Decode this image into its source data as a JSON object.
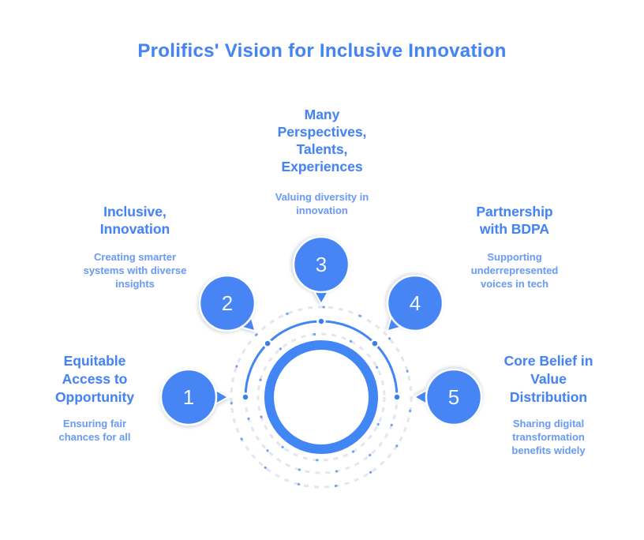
{
  "title": "Prolifics' Vision for Inclusive Innovation",
  "colors": {
    "primary_blue": "#4285F4",
    "bubble_blue": "#4785F4",
    "node_dot_blue": "#3D7CEE",
    "heading_blue": "#4584F4",
    "subtitle_blue": "#6D9DF4",
    "dashed_ring_gray": "#E2E6ED",
    "background": "#FFFFFF",
    "bubble_number_white": "#F2F7FF"
  },
  "items": [
    {
      "number": "1",
      "heading": "Equitable Access to Opportunity",
      "heading_lines": [
        "Equitable",
        "Access to",
        "Opportunity"
      ],
      "subtitle": "Ensuring fair chances for all",
      "subtitle_lines": [
        "Ensuring fair",
        "chances for all"
      ]
    },
    {
      "number": "2",
      "heading": "Inclusive, Innovation",
      "heading_lines": [
        "Inclusive,",
        "Innovation"
      ],
      "subtitle": "Creating smarter systems with diverse insights",
      "subtitle_lines": [
        "Creating smarter",
        "systems with diverse",
        "insights"
      ]
    },
    {
      "number": "3",
      "heading": "Many Perspectives, Talents, Experiences",
      "heading_lines": [
        "Many",
        "Perspectives,",
        "Talents,",
        "Experiences"
      ],
      "subtitle": "Valuing diversity in innovation",
      "subtitle_lines": [
        "Valuing diversity in",
        "innovation"
      ]
    },
    {
      "number": "4",
      "heading": "Partnership with BDPA",
      "heading_lines": [
        "Partnership",
        "with BDPA"
      ],
      "subtitle": "Supporting underrepresented voices in tech",
      "subtitle_lines": [
        "Supporting",
        "underrepresented",
        "voices in tech"
      ]
    },
    {
      "number": "5",
      "heading": "Core Belief in Value Distribution",
      "heading_lines": [
        "Core Belief in",
        "Value",
        "Distribution"
      ],
      "subtitle": "Sharing digital transformation benefits widely",
      "subtitle_lines": [
        "Sharing digital",
        "transformation",
        "benefits widely"
      ]
    }
  ]
}
